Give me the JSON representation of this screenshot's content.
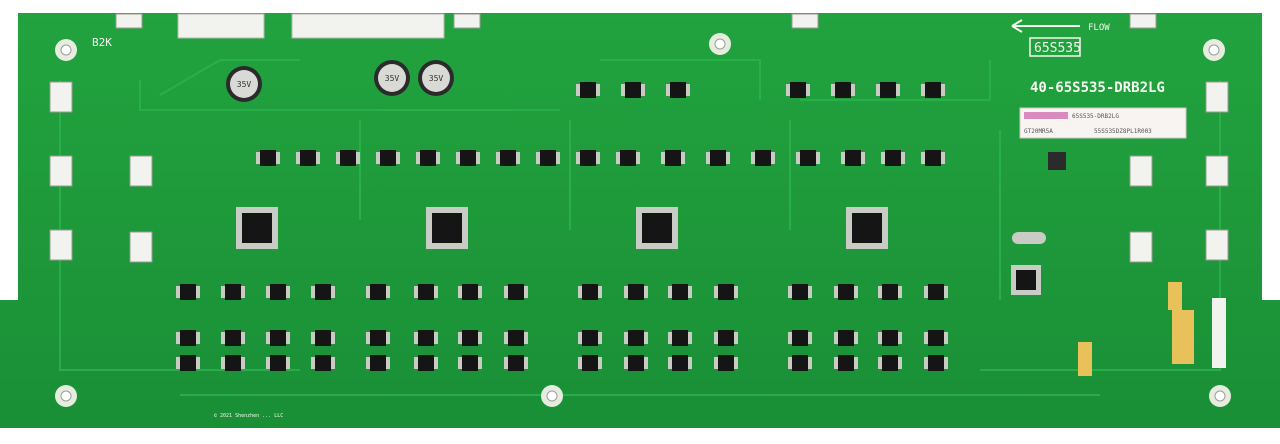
{
  "board": {
    "model_text": "40-65S535-DRB2LG",
    "boxed_label": "65S535",
    "flow_text": "FLOW",
    "corner_text": "B2K",
    "sticker_lines": [
      "65S535-DRB2LG",
      "GT20MR5A"
    ],
    "sticker_code": "55S535DZ8PL1R003",
    "bottom_copyright": "© 2021 Shenzhen ... LLC",
    "cap_labels": [
      "35V",
      "35V",
      "35V"
    ],
    "colors": {
      "pcb": "#1e9a3a",
      "pcb_dark": "#177e2f",
      "trace": "#2bb24c",
      "silk": "#f4f7ee",
      "chip": "#151515",
      "pad": "#c9ccc4",
      "connector": "#f2f2ee",
      "cap": "#2b2b2b",
      "sticker": "#e7d2e3"
    }
  }
}
